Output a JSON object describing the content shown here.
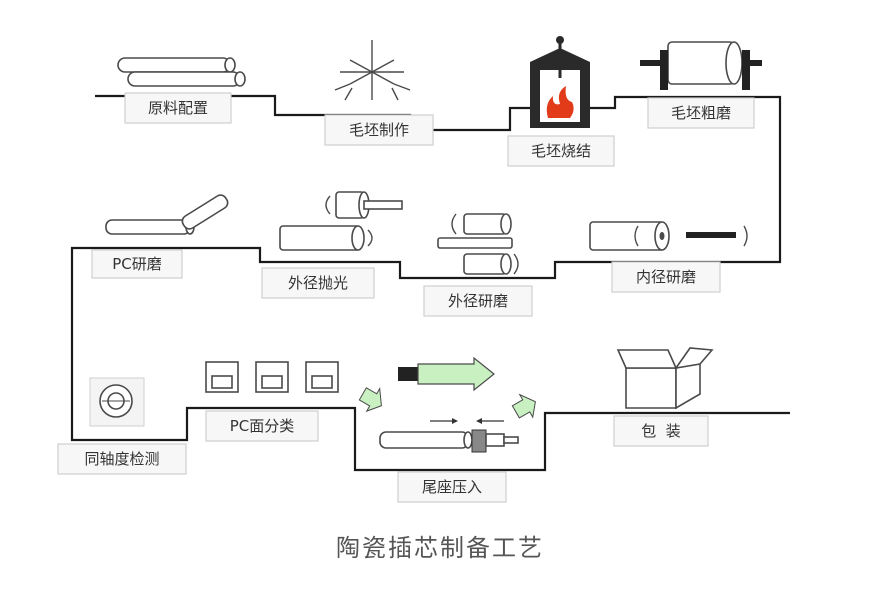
{
  "steps": {
    "raw_material": "原料配置",
    "green_forming": "毛坯制作",
    "green_sintering": "毛坯烧结",
    "green_rough_grinding": "毛坯粗磨",
    "inner_diameter_grinding": "内径研磨",
    "outer_diameter_grinding": "外径研磨",
    "outer_diameter_polishing": "外径抛光",
    "pc_grinding": "PC研磨",
    "coaxiality_inspection": "同轴度检测",
    "pc_face_sorting": "PC面分类",
    "tail_seat_press_fit": "尾座压入",
    "packaging": "包  装"
  },
  "caption": "陶瓷插芯制备工艺",
  "colors": {
    "flow_line": "#1a1a1a",
    "label_box": "#f7f7f7",
    "flame": "#e23b1a",
    "arrow_fill": "#c8f0c0"
  },
  "icons": [
    "rod-bundle-icon",
    "forming-machine-icon",
    "furnace-icon",
    "rough-grinder-icon",
    "inner-grinding-icon",
    "outer-grinding-icon",
    "polishing-icon",
    "pc-grinding-icon",
    "coaxial-inspection-icon",
    "sorting-bins-icon",
    "press-fit-icon",
    "package-box-icon"
  ]
}
